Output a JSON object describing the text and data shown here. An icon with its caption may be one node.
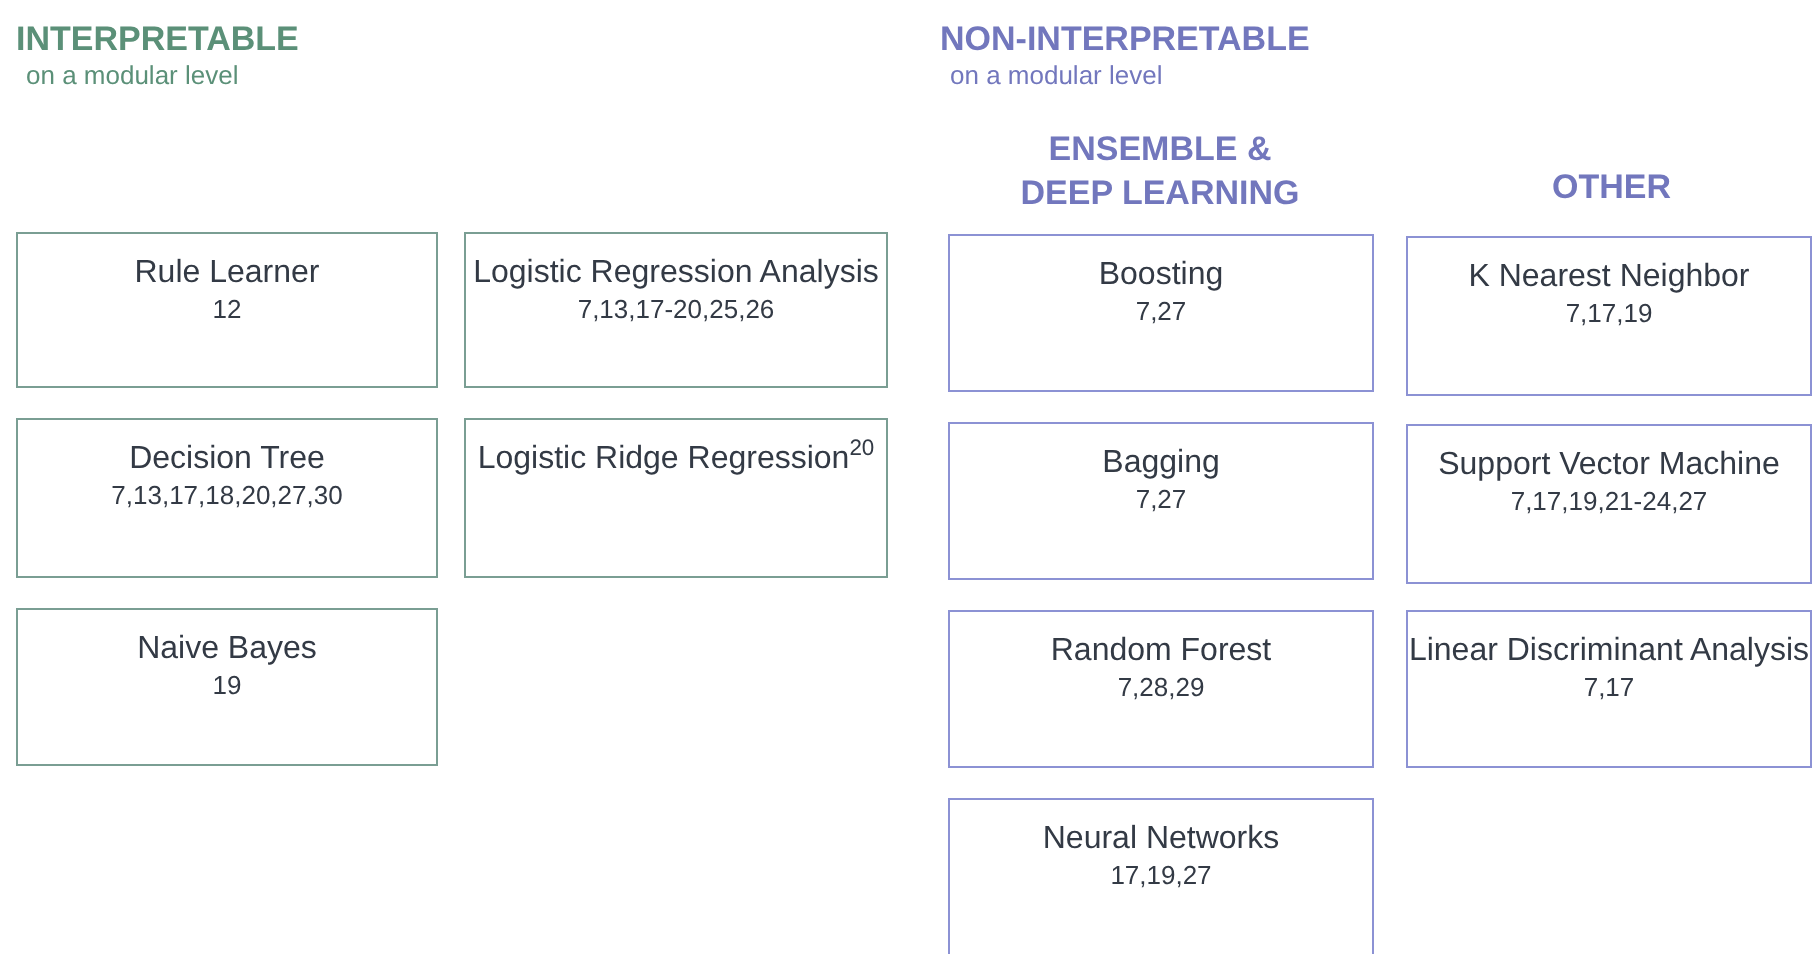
{
  "diagram": {
    "nodes": [
      {
        "text": [
          "Rule Learner",
          "12"
        ]
      },
      {
        "text": [
          "Logistic Regression Analysis",
          "7,13,17-20,25,26"
        ]
      },
      {
        "text": [
          "Decision Tree",
          "7,13,17,18,20,27,30"
        ]
      },
      {
        "text": [
          "Logistic Ridge Regression$^{20}$"
        ]
      },
      {
        "text": [
          "Naive Bayes",
          "19"
        ]
      },
      {
        "text": [
          "Boosting",
          "7,27"
        ]
      },
      {
        "text": [
          "K Nearest Neighbor",
          "7,17,19"
        ]
      },
      {
        "text": [
          "Bagging",
          "7,27"
        ]
      },
      {
        "text": [
          "Support Vector Machine",
          "7,17,19,21-24,27"
        ]
      },
      {
        "text": [
          "Random Forest",
          "7,28,29"
        ]
      },
      {
        "text": [
          "Linear Discriminant Analysis",
          "7,17"
        ]
      },
      {
        "text": [
          "Neural Networks",
          "17,19,27"
        ]
      }
    ],
    "edges": [],
    "labels": [
      "INTERPRETABLE",
      "on a modular level",
      "NON-INTERPRETABLE",
      "on a modular level",
      "ENSEMBLE & DEEP LEARNING",
      "OTHER"
    ]
  }
}
